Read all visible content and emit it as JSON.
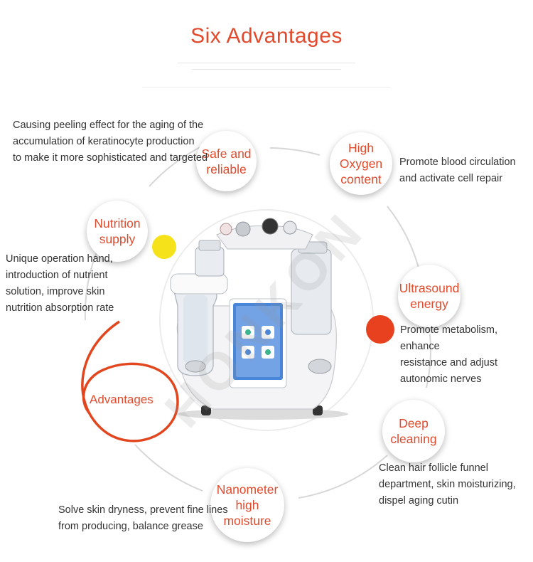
{
  "header": {
    "title": "Six Advantages"
  },
  "colors": {
    "accent": "#e14a2c",
    "yellow_dot": "#f5e21a",
    "red_dot": "#e8411f",
    "ring": "#d9d9d9"
  },
  "watermark": "HONKON",
  "center_label": "Advantages",
  "advantages": [
    {
      "title": "Safe and\nreliable",
      "description": "Causing peeling effect for the aging of the\naccumulation of keratinocyte production\nto make it more sophisticated and targeted"
    },
    {
      "title": "High\nOxygen\ncontent",
      "description": "Promote blood circulation\nand activate cell repair"
    },
    {
      "title": "Nutrition\nsupply",
      "description": "Unique operation hand,\nintroduction of nutrient\nsolution, improve skin\nnutrition absorption rate"
    },
    {
      "title": "Ultrasound\nenergy",
      "description": "Promote metabolism, enhance\nresistance and adjust\nautonomic nerves"
    },
    {
      "title": "Deep\ncleaning",
      "description": "Clean hair follicle funnel\ndepartment, skin moisturizing,\ndispel aging cutin"
    },
    {
      "title": "Nanometer\nhigh\nmoisture",
      "description": "Solve skin dryness, prevent fine lines\nfrom producing, balance grease"
    }
  ]
}
